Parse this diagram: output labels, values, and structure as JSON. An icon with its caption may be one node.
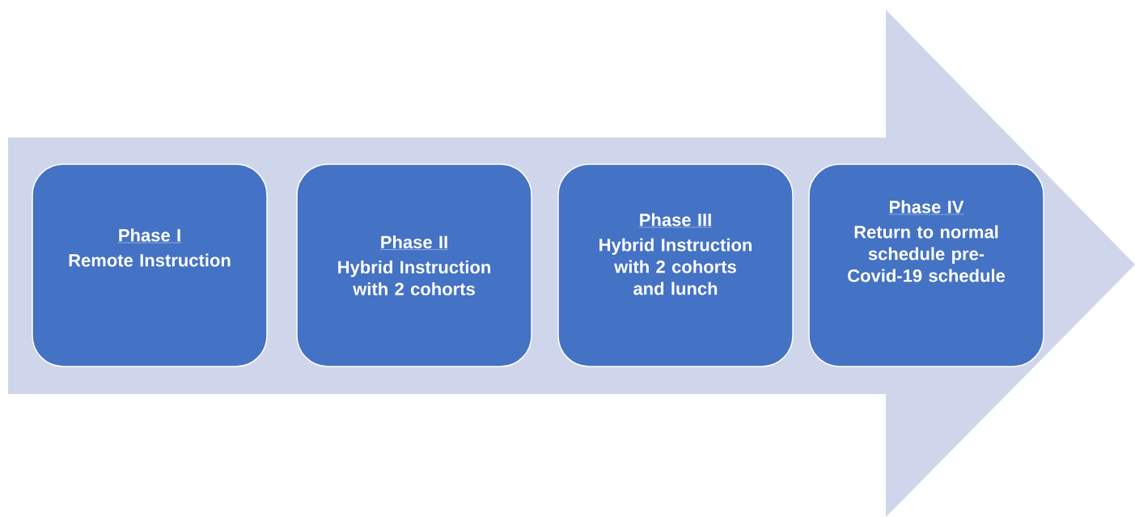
{
  "diagram": {
    "nodes": [
      {
        "text": [],
        "shape": "arrow"
      },
      {
        "text": [
          "Phase I",
          "Remote Instruction"
        ],
        "in": 0
      },
      {
        "text": [
          "Phase II",
          "Hybrid Instruction with 2 cohorts"
        ],
        "in": 0
      },
      {
        "text": [
          "Phase III",
          "Hybrid Instruction with 2 cohorts and lunch"
        ],
        "in": 0
      },
      {
        "text": [
          "Phase IV",
          "Return to normal schedule pre-Covid-19 schedule"
        ],
        "in": 0
      }
    ],
    "edges": []
  }
}
